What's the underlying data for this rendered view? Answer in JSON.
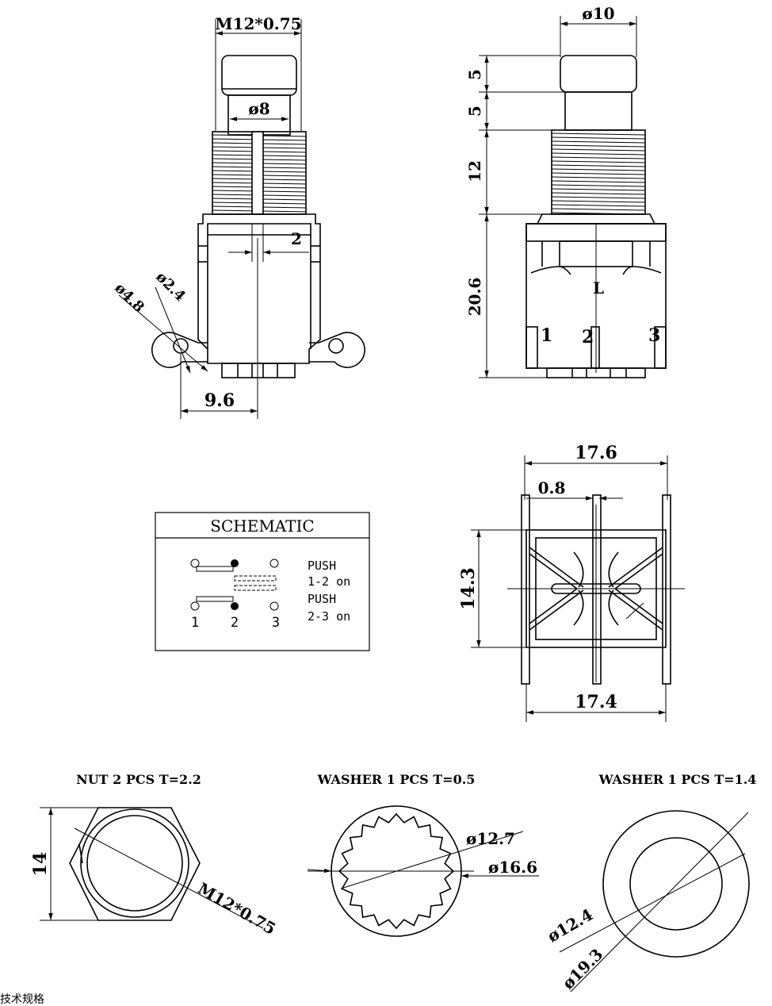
{
  "views": {
    "front": {
      "thread_label": "M12*0.75",
      "shaft_dia": "ø8",
      "slot_width": "2",
      "hole_dia_outer": "ø4.8",
      "hole_dia_inner": "ø2.4",
      "hole_offset": "9.6"
    },
    "side": {
      "cap_dia": "ø10",
      "cap_height": "5",
      "shaft_height": "5",
      "thread_height": "12",
      "body_height": "20.6",
      "lever_label": "L",
      "pin_1": "1",
      "pin_2": "2",
      "pin_3": "3"
    },
    "bottom": {
      "top_width": "17.6",
      "pin_width": "0.8",
      "body_depth": "14.3",
      "bottom_width": "17.4"
    }
  },
  "schematic": {
    "title": "SCHEMATIC",
    "push_label_1": "PUSH",
    "state_1": "1-2 on",
    "push_label_2": "PUSH",
    "state_2": "2-3 on",
    "terminal_1": "1",
    "terminal_2": "2",
    "terminal_3": "3"
  },
  "parts": {
    "nut": {
      "title": "NUT 2 PCS T=2.2",
      "width": "14",
      "thread": "M12*0.75"
    },
    "washer_1": {
      "title": "WASHER 1 PCS T=0.5",
      "inner_dia": "ø12.7",
      "outer_dia": "ø16.6"
    },
    "washer_2": {
      "title": "WASHER 1 PCS T=1.4",
      "inner_dia": "ø12.4",
      "outer_dia": "ø19.3"
    }
  },
  "footer_note": "技术规格"
}
